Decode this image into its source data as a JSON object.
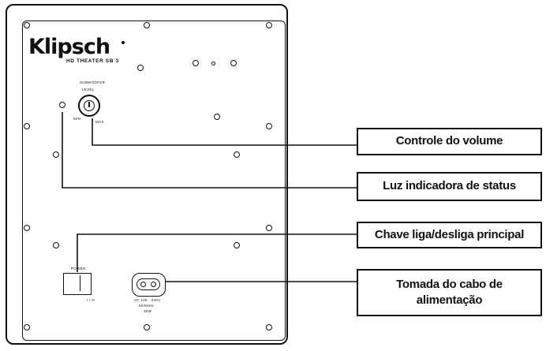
{
  "panel": {
    "brand": "Klipsch",
    "model": "HD THEATER SB 3",
    "knob_top_label": "SUBWOOFER",
    "knob_sub_label": "LEVEL",
    "knob_min": "MIN",
    "knob_max": "MAX",
    "power_label": "POWER",
    "power_state": "I / O",
    "socket_label_1": "AC 100 - 240V",
    "socket_label_2": "50/60Hz",
    "socket_label_3": "30W"
  },
  "callouts": [
    {
      "label": "Controle do volume"
    },
    {
      "label": "Luz indicadora de status"
    },
    {
      "label": "Chave liga/desliga principal"
    },
    {
      "label": "Tomada do cabo de alimentação"
    }
  ]
}
